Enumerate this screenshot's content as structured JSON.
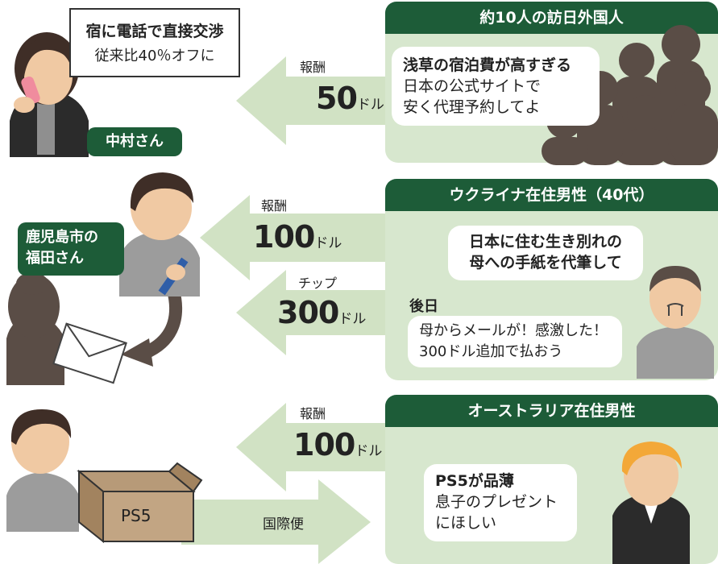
{
  "row1": {
    "box_line1": "宿に電話で直接交渉",
    "box_line2": "従来比40％オフに",
    "person_tag": "中村さん",
    "header": "約10人の訪日外国人",
    "bubble_line1": "浅草の宿泊費が高すぎる",
    "bubble_line2": "日本の公式サイトで",
    "bubble_line3": "安く代理予約してよ",
    "arrow_label": "報酬",
    "arrow_amount": "50",
    "arrow_unit": "ドル"
  },
  "row2": {
    "person_tag_line1": "鹿児島市の",
    "person_tag_line2": "福田さん",
    "header": "ウクライナ在住男性（40代）",
    "bubble1_line1": "日本に住む生き別れの",
    "bubble1_line2": "母への手紙を代筆して",
    "later_label": "後日",
    "bubble2_line1": "母からメールが！感激した！",
    "bubble2_line2": "300ドル追加で払おう",
    "arrow1_label": "報酬",
    "arrow1_amount": "100",
    "arrow1_unit": "ドル",
    "arrow2_label": "チップ",
    "arrow2_amount": "300",
    "arrow2_unit": "ドル"
  },
  "row3": {
    "header": "オーストラリア在住男性",
    "bubble_line1": "PS5が品薄",
    "bubble_line2": "息子のプレゼント",
    "bubble_line3": "にほしい",
    "arrow_label": "報酬",
    "arrow_amount": "100",
    "arrow_unit": "ドル",
    "box_label": "PS5",
    "ship_label": "国際便"
  },
  "colors": {
    "dark_green": "#1d5c38",
    "light_green": "#d7e7ce",
    "arrow_green": "#d1e2c4",
    "crowd": "#5a4d46"
  }
}
